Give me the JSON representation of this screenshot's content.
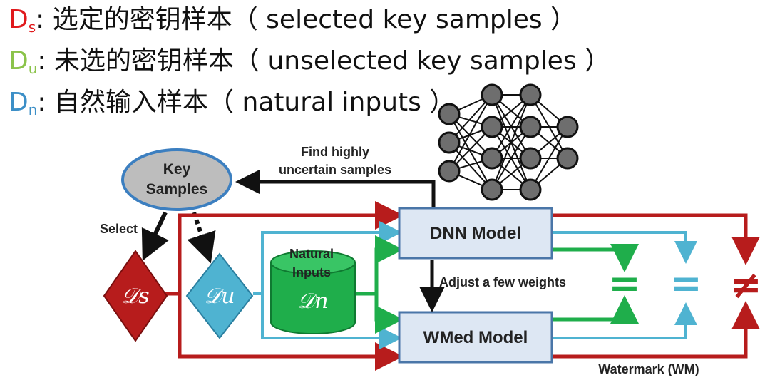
{
  "legend": [
    {
      "sym": "D",
      "sub": "s",
      "color": "#e0191c",
      "text": ": 选定的密钥样本（ selected key samples ）"
    },
    {
      "sym": "D",
      "sub": "u",
      "color": "#8bc34a",
      "text": ": 未选的密钥样本（ unselected key samples ）"
    },
    {
      "sym": "D",
      "sub": "n",
      "color": "#3c8fc7",
      "text": ": 自然输入样本（ natural inputs ）"
    }
  ],
  "diagram": {
    "key_samples": [
      "Key",
      "Samples"
    ],
    "find_label": [
      "Find highly",
      "uncertain samples"
    ],
    "select_label": "Select",
    "ds_symbol": "𝒟s",
    "du_symbol": "𝒟u",
    "dn_symbol": "𝒟n",
    "natural_inputs": [
      "Natural",
      "Inputs"
    ],
    "dnn_model": "DNN Model",
    "wmed_model": "WMed Model",
    "adjust_label": "Adjust a few weights",
    "equal_sign": "=",
    "not_equal_sign": "≠",
    "watermark_label": "Watermark (WM)"
  },
  "colors": {
    "red": "#b71c1c",
    "green": "#1fae4b",
    "blue": "#4fb3d1",
    "black": "#111111",
    "model_fill": "#dde7f3"
  }
}
